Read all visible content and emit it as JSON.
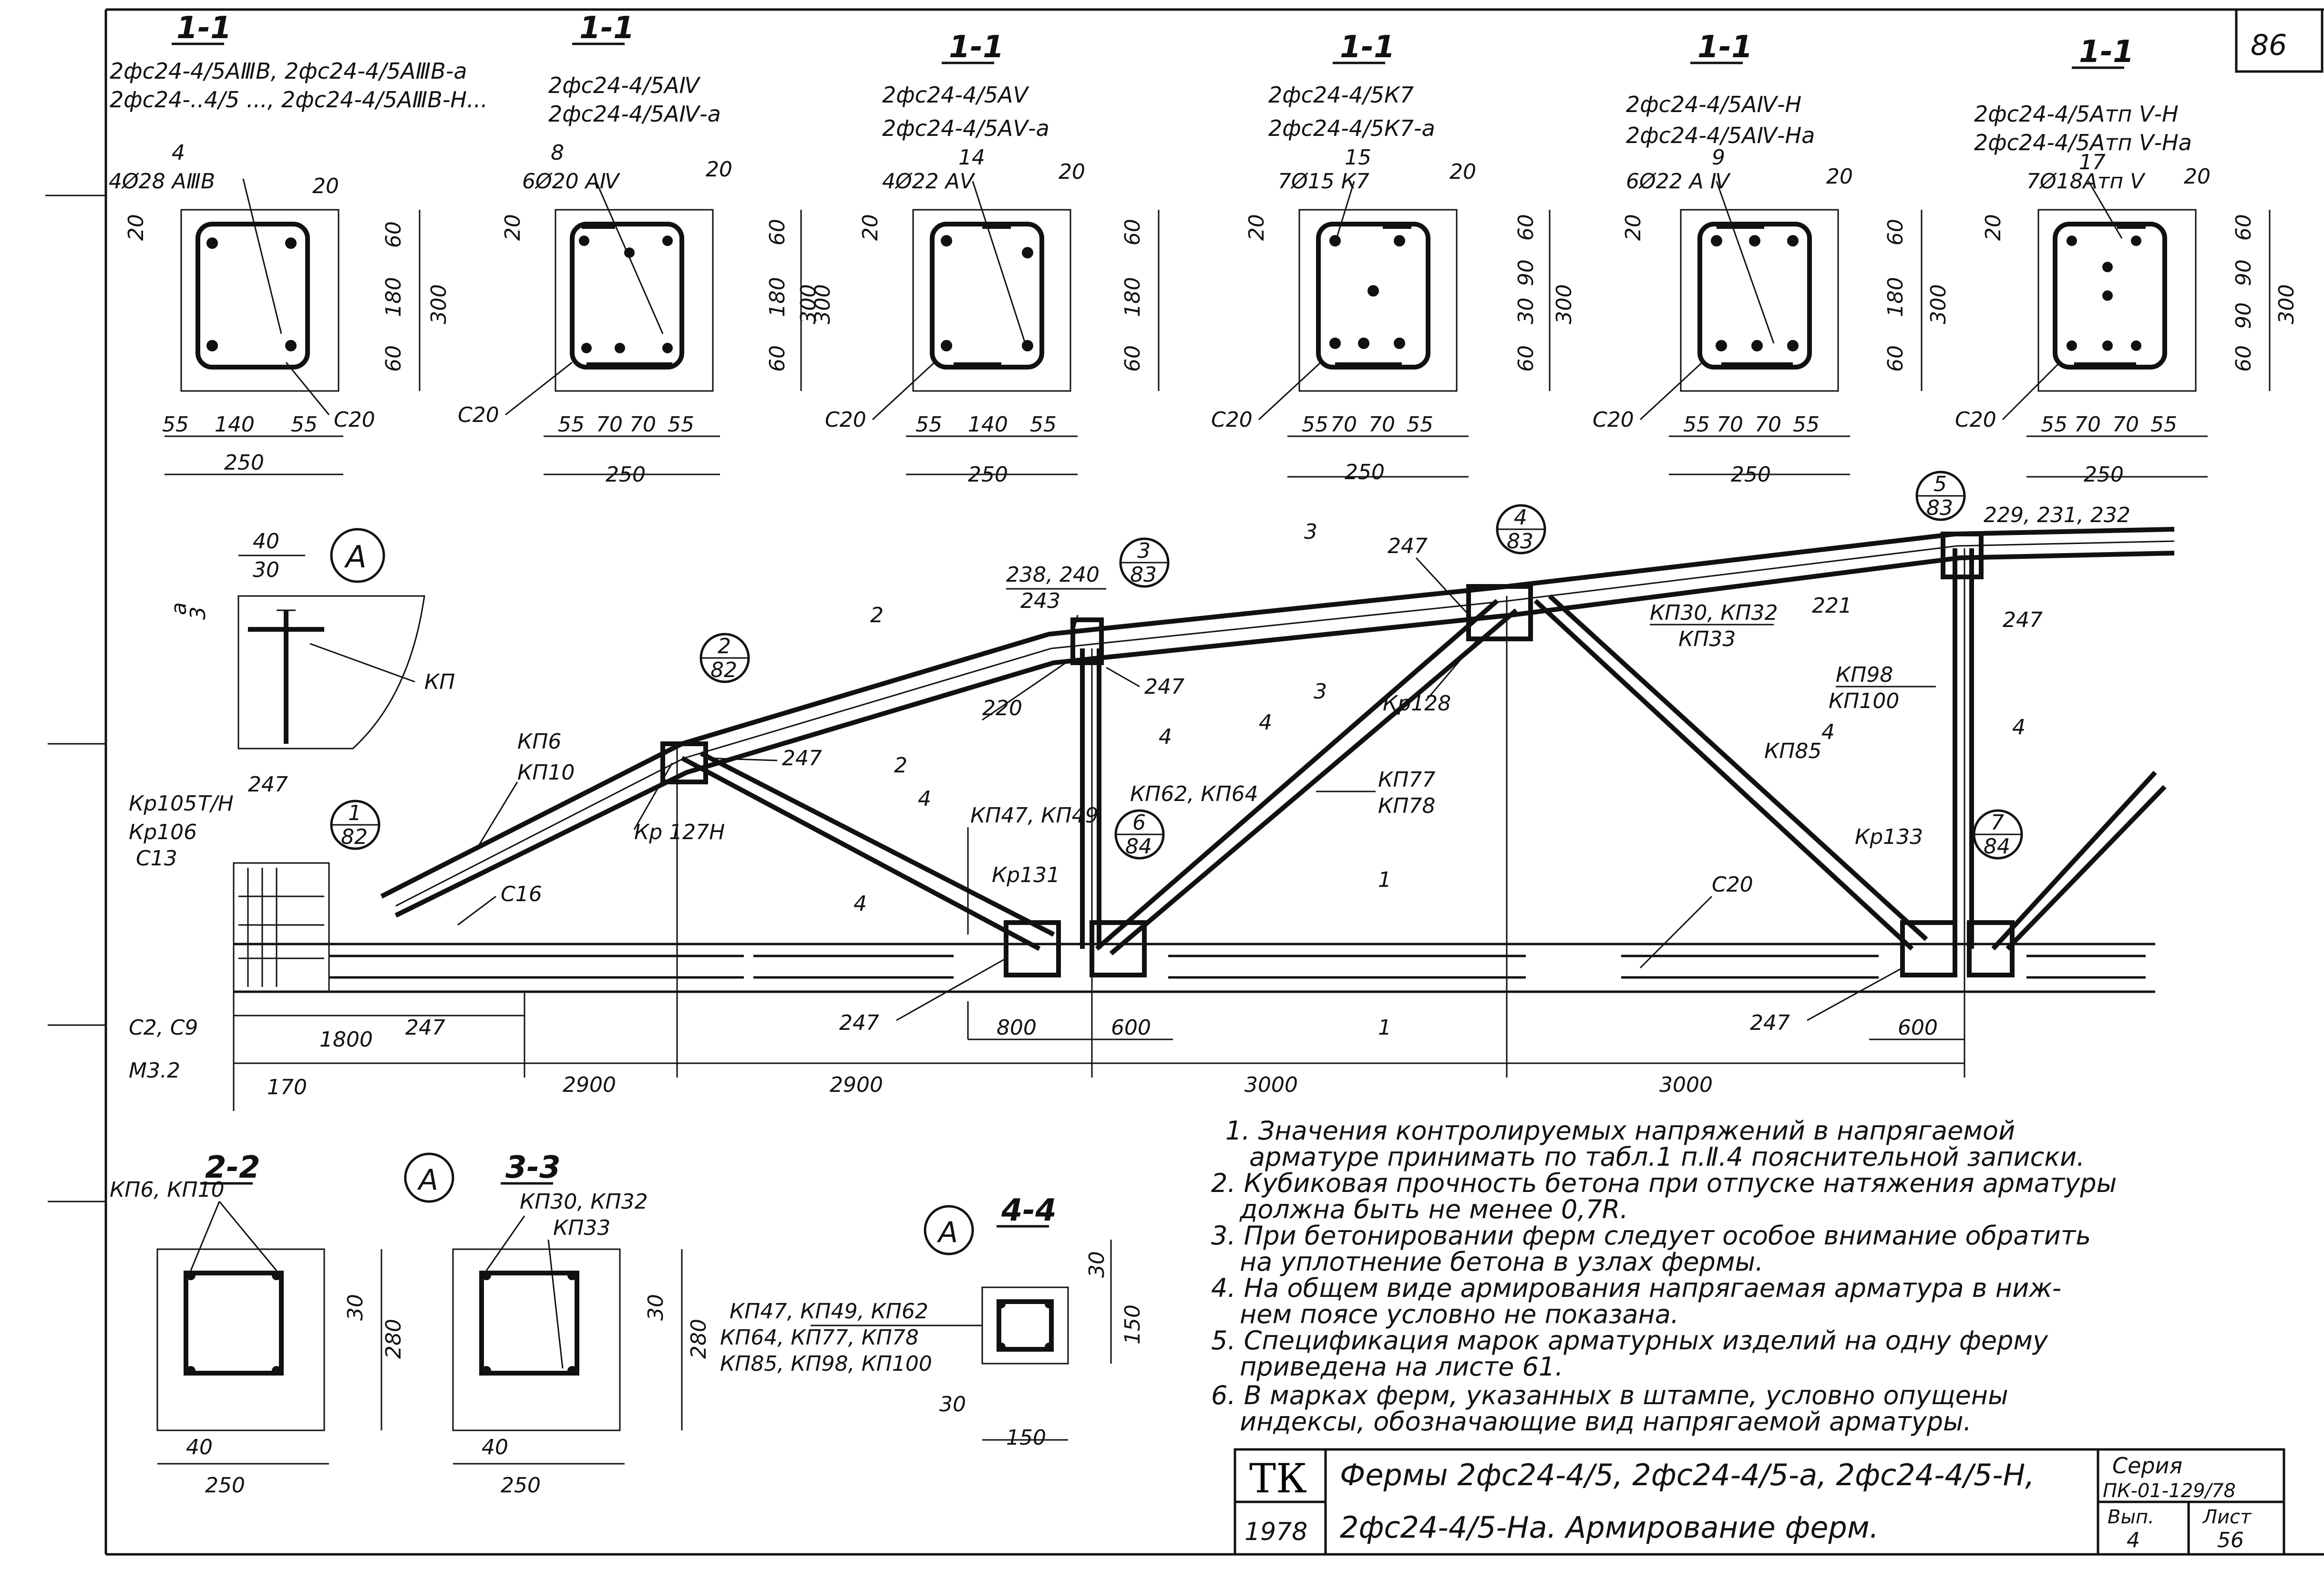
{
  "sheet_no": "86",
  "sections": [
    {
      "title": "1-1",
      "lines": [
        "2фс24-4/5АⅢВ, 2фс24-4/5АⅢВ-а",
        "2фс24-..4/5 ..., 2фс24-4/5АⅢВ-Н..."
      ],
      "pos": "4",
      "bars": "4Ø28 АⅢВ",
      "dims": {
        "top": "20",
        "left": "20",
        "r1": "60",
        "r2": "180",
        "r3": "60",
        "total": "300",
        "b1": "55",
        "b2": "140",
        "b3": "55",
        "width": "250",
        "c": "С20"
      }
    },
    {
      "title": "1-1",
      "lines": [
        "2фс24-4/5АⅣ",
        "2фс24-4/5АⅣ-а"
      ],
      "pos": "8",
      "bars": "6Ø20 АⅣ",
      "dims": {
        "top": "20",
        "left": "20",
        "r1": "60",
        "r2": "180",
        "r3": "60",
        "total": "300",
        "b1": "55",
        "b2": "70",
        "b3": "70",
        "b4": "55",
        "width": "250",
        "c": "С20"
      }
    },
    {
      "title": "1-1",
      "lines": [
        "2фс24-4/5АⅤ",
        "2фс24-4/5АⅤ-а"
      ],
      "pos": "14",
      "bars": "4Ø22 АⅤ",
      "dims": {
        "top": "20",
        "left": "20",
        "r1": "60",
        "r2": "180",
        "r3": "60",
        "total": "300",
        "b1": "55",
        "b2": "140",
        "b3": "55",
        "width": "250",
        "c": "С20"
      }
    },
    {
      "title": "1-1",
      "lines": [
        "2фс24-4/5К7",
        "2фс24-4/5К7-а"
      ],
      "pos": "15",
      "bars": "7Ø15 К7",
      "dims": {
        "top": "20",
        "left": "20",
        "r1": "60",
        "r2": "90",
        "r3": "30",
        "r4": "60",
        "total": "300",
        "b1": "55",
        "b2": "70",
        "b3": "70",
        "b4": "55",
        "width": "250",
        "c": "С20"
      }
    },
    {
      "title": "1-1",
      "lines": [
        "2фс24-4/5АⅣ-Н",
        "2фс24-4/5АⅣ-На"
      ],
      "pos": "9",
      "bars": "6Ø22 А Ⅳ",
      "dims": {
        "top": "20",
        "left": "20",
        "r1": "60",
        "r2": "180",
        "r3": "60",
        "total": "300",
        "b1": "55",
        "b2": "70",
        "b3": "70",
        "b4": "55",
        "width": "250",
        "c": "С20"
      }
    },
    {
      "title": "1-1",
      "lines": [
        "2фс24-4/5Атп Ⅴ-Н",
        "2фс24-4/5Атп Ⅴ-На"
      ],
      "pos": "17",
      "bars": "7Ø18Атп Ⅴ",
      "dims": {
        "top": "20",
        "left": "20",
        "r1": "60",
        "r2": "90",
        "r3": "90",
        "r4": "60",
        "total": "300",
        "b1": "55",
        "b2": "70",
        "b3": "70",
        "b4": "55",
        "width": "250",
        "c": "С20"
      }
    }
  ],
  "detailA": {
    "circle": "А",
    "d1": "40",
    "d2": "30",
    "d3": "3",
    "d4": "а",
    "label": "КП"
  },
  "truss_labels": {
    "n1": "1",
    "n1b": "82",
    "n2": "2",
    "n2b": "82",
    "n3": "3",
    "n3b": "83",
    "n4": "4",
    "n4b": "83",
    "n5": "5",
    "n5b": "83",
    "n6": "6",
    "n6b": "84",
    "n7": "7",
    "n7b": "84",
    "kp105": "Кр105",
    "kp106": "Кр106",
    "kp105s": "Т/Н",
    "c13": "С13",
    "c247a": "247",
    "c16": "С16",
    "kr127": "Кр 127Н",
    "kp6": "КП6",
    "kp10": "КП10",
    "m247a": "247",
    "kp47": "КП47, КП49",
    "kr131": "Кр131",
    "m238": "238, 240",
    "m243": "243",
    "m220": "220",
    "m247b": "247",
    "kp62": "КП62, КП64",
    "kp77": "КП77",
    "kp78": "КП78",
    "kr128": "Кр128",
    "m247c": "247",
    "kp30": "КП30, КП32",
    "kp33": "КП33",
    "m221": "221",
    "kp98": "КП98",
    "kp100": "КП100",
    "m247d": "247",
    "m229": "229, 231, 232",
    "kp85": "КП85",
    "kr133": "Кр133",
    "c20": "С20",
    "c2c9": "С2, С9",
    "m32": "М3.2",
    "m247e": "247",
    "m247f": "247",
    "m247g": "247",
    "s2": "2",
    "s3": "3",
    "s3b": "3",
    "s4": "4",
    "s4b": "4",
    "s4c": "4",
    "s4d": "4",
    "s4e": "4",
    "s4f": "4",
    "s1": "1",
    "s1b": "1"
  },
  "truss_dims": {
    "d1800": "1800",
    "d170": "170",
    "d2900a": "2900",
    "d2900b": "2900",
    "d800": "800",
    "d600a": "600",
    "d3000a": "3000",
    "d3000b": "3000",
    "d600b": "600"
  },
  "small_sections": {
    "s22": {
      "title": "2-2",
      "labels": "КП6, КП10",
      "d1": "30",
      "d2": "280",
      "d3": "40",
      "d4": "250"
    },
    "s33": {
      "title": "3-3",
      "circle": "А",
      "labels1": "КП30, КП32",
      "labels2": "КП33",
      "d1": "30",
      "d2": "280",
      "d3": "40",
      "d4": "250"
    },
    "s44": {
      "title": "4-4",
      "circle": "А",
      "l1": "КП47, КП49, КП62",
      "l2": "КП64, КП77, КП78",
      "l3": "КП85, КП98, КП100",
      "d1": "30",
      "d2": "150",
      "d3": "30",
      "d4": "150"
    }
  },
  "notes": [
    "1. Значения контролируемых напряжений в напрягаемой",
    "арматуре принимать по табл.1 п.Ⅱ.4 пояснительной записки.",
    "2. Кубиковая прочность бетона при отпуске натяжения арматуры",
    "должна быть не менее 0,7R.",
    "3. При бетонировании ферм следует особое внимание обратить",
    "на уплотнение бетона в узлах фермы.",
    "4. На общем виде армирования напрягаемая арматура в ниж-",
    "нем поясе условно не показана.",
    "5. Спецификация марок арматурных изделий на одну ферму",
    "приведена на листе 61.",
    "6. В марках ферм, указанных в штампе, условно опущены",
    "индексы, обозначающие вид напрягаемой арматуры."
  ],
  "title_block": {
    "org": "ТК",
    "year": "1978",
    "title1": "Фермы 2фс24-4/5, 2фс24-4/5-а, 2фс24-4/5-Н,",
    "title2": "2фс24-4/5-На. Армирование ферм.",
    "series_label": "Серия",
    "series": "ПК-01-129/78",
    "issue_label": "Вып.",
    "issue": "4",
    "sheet_label": "Лист",
    "sheet": "56"
  }
}
